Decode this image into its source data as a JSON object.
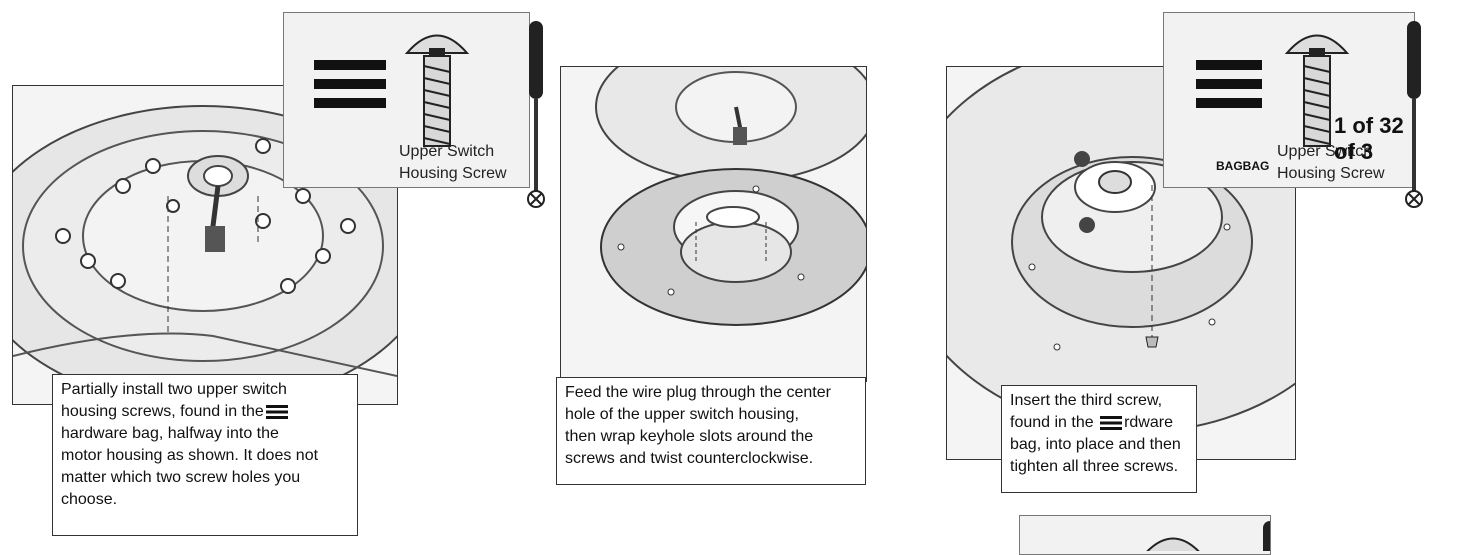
{
  "step1": {
    "caption_lines": [
      "Partially install two upper switch",
      "housing screws, found in the",
      "hardware bag, halfway into the",
      "motor housing as shown. It does not",
      "matter which two screw holes you",
      "choose."
    ],
    "callout_label_1": "Upper Switch",
    "callout_label_2": "Housing Screw"
  },
  "step2": {
    "caption_lines": [
      "Feed the wire plug through the center",
      "hole of the upper switch housing,",
      "then wrap keyhole slots around the",
      "screws and twist counterclockwise."
    ]
  },
  "step3": {
    "caption_lines": [
      "Insert the third screw,",
      "found in the",
      "rdware",
      "bag, into place and then",
      "tighten all three screws."
    ],
    "callout_label_1": "Upper Switch",
    "callout_label_2": "Housing Screw",
    "bag_text": "BAGBAG",
    "page_indicator": "1 of 32 of 3"
  }
}
